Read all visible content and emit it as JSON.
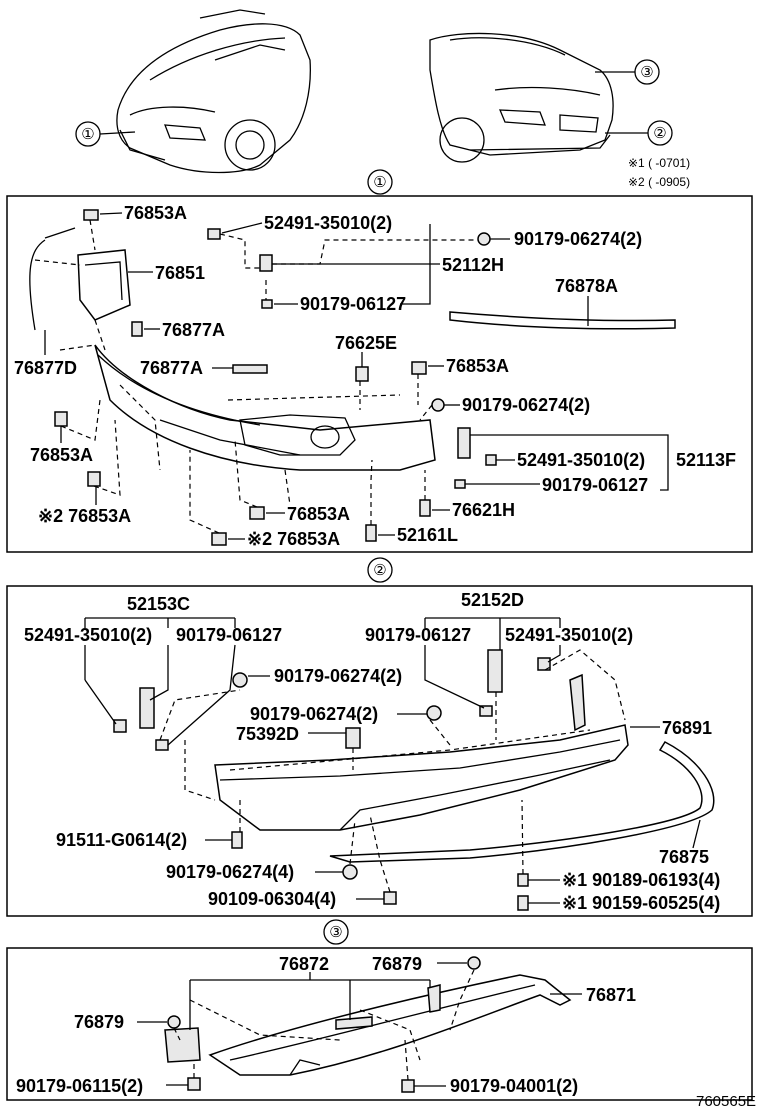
{
  "notes": {
    "note1": "※1 (      -0701)",
    "note2": "※2 (      -0905)"
  },
  "section_markers": [
    "①",
    "②",
    "③"
  ],
  "diagram_id": "760565E",
  "section1": {
    "labels": {
      "p76853A_top": "76853A",
      "p52491_1": "52491-35010(2)",
      "p90179_06274_1": "90179-06274(2)",
      "p76851": "76851",
      "p52112H": "52112H",
      "p90179_06127_1": "90179-06127",
      "p76878A": "76878A",
      "p76877A_1": "76877A",
      "p76877D": "76877D",
      "p76877A_2": "76877A",
      "p76625E": "76625E",
      "p76853A_mid": "76853A",
      "p90179_06274_2": "90179-06274(2)",
      "p76853A_left": "76853A",
      "p52491_2": "52491-35010(2)",
      "p52113F": "52113F",
      "p90179_06127_2": "90179-06127",
      "p76853A_left2": "※2 76853A",
      "p76621H": "76621H",
      "p76853A_bot": "76853A",
      "p76853A_bot2": "※2 76853A",
      "p52161L": "52161L"
    }
  },
  "section2": {
    "labels": {
      "p52153C": "52153C",
      "p52152D": "52152D",
      "p52491_a": "52491-35010(2)",
      "p90179_06127_a": "90179-06127",
      "p90179_06127_b": "90179-06127",
      "p52491_b": "52491-35010(2)",
      "p90179_06274_a": "90179-06274(2)",
      "p90179_06274_b": "90179-06274(2)",
      "p75392D": "75392D",
      "p76891": "76891",
      "p91511": "91511-G0614(2)",
      "p76875": "76875",
      "p90179_06274_c": "90179-06274(4)",
      "p90189": "※1 90189-06193(4)",
      "p90109": "90109-06304(4)",
      "p90159": "※1 90159-60525(4)"
    }
  },
  "section3": {
    "labels": {
      "p76872": "76872",
      "p76879_a": "76879",
      "p76871": "76871",
      "p76879_b": "76879",
      "p90179_06115": "90179-06115(2)",
      "p90179_04001": "90179-04001(2)"
    }
  }
}
